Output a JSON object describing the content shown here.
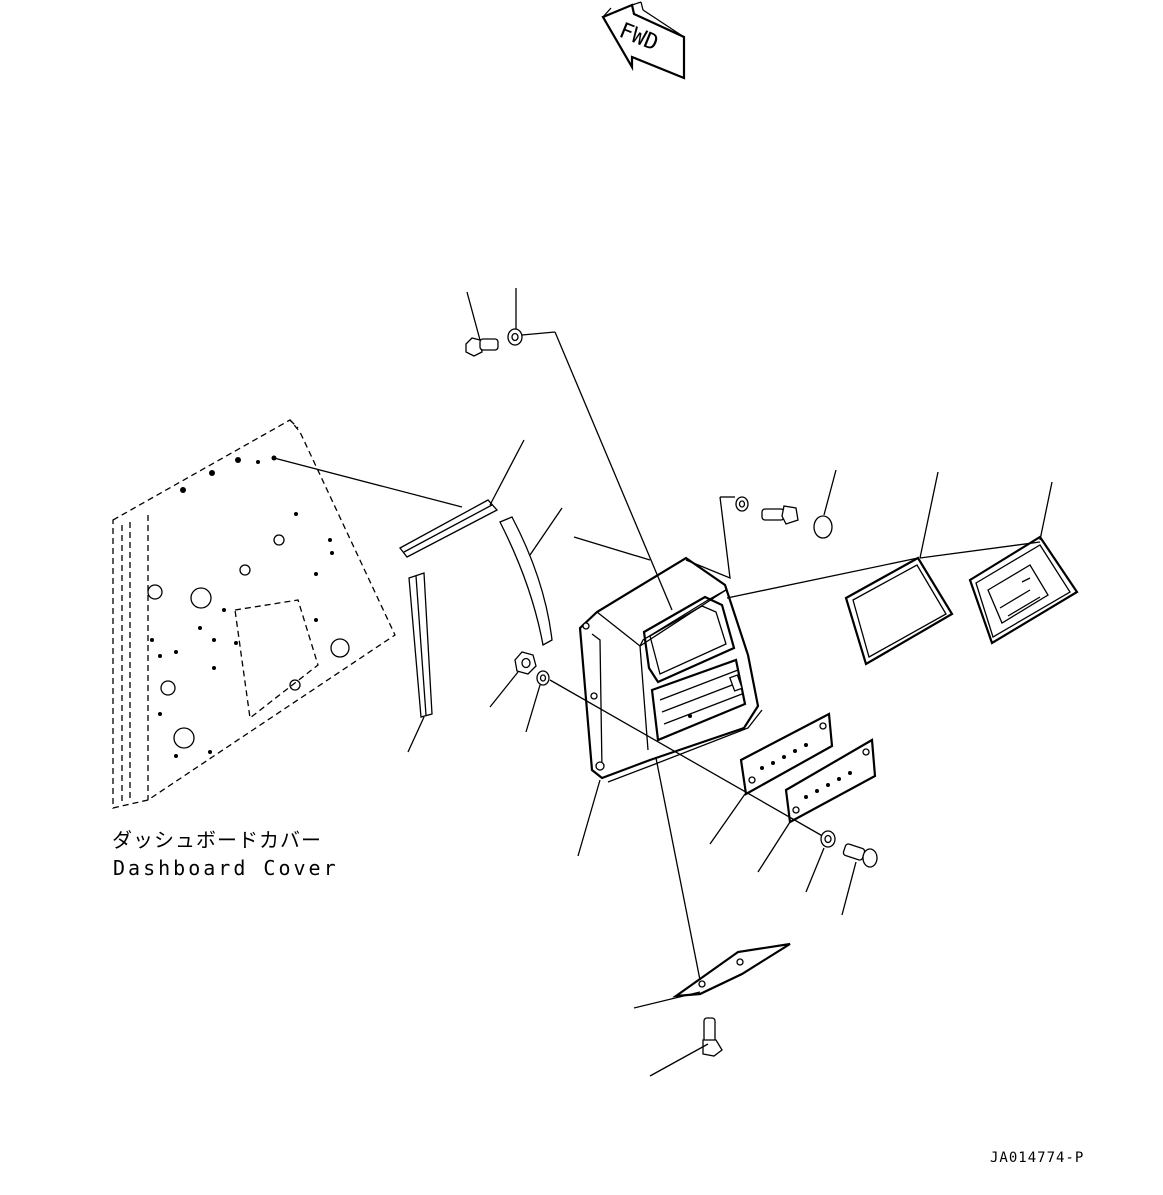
{
  "direction_marker": {
    "label": "FWD",
    "icon": "forward-arrow-icon"
  },
  "dashboard_label": {
    "japanese": "ダッシュボードカバー",
    "english": "Dashboard Cover"
  },
  "drawing_number": "JA014774-P",
  "colors": {
    "line": "#000000",
    "background": "#ffffff"
  }
}
